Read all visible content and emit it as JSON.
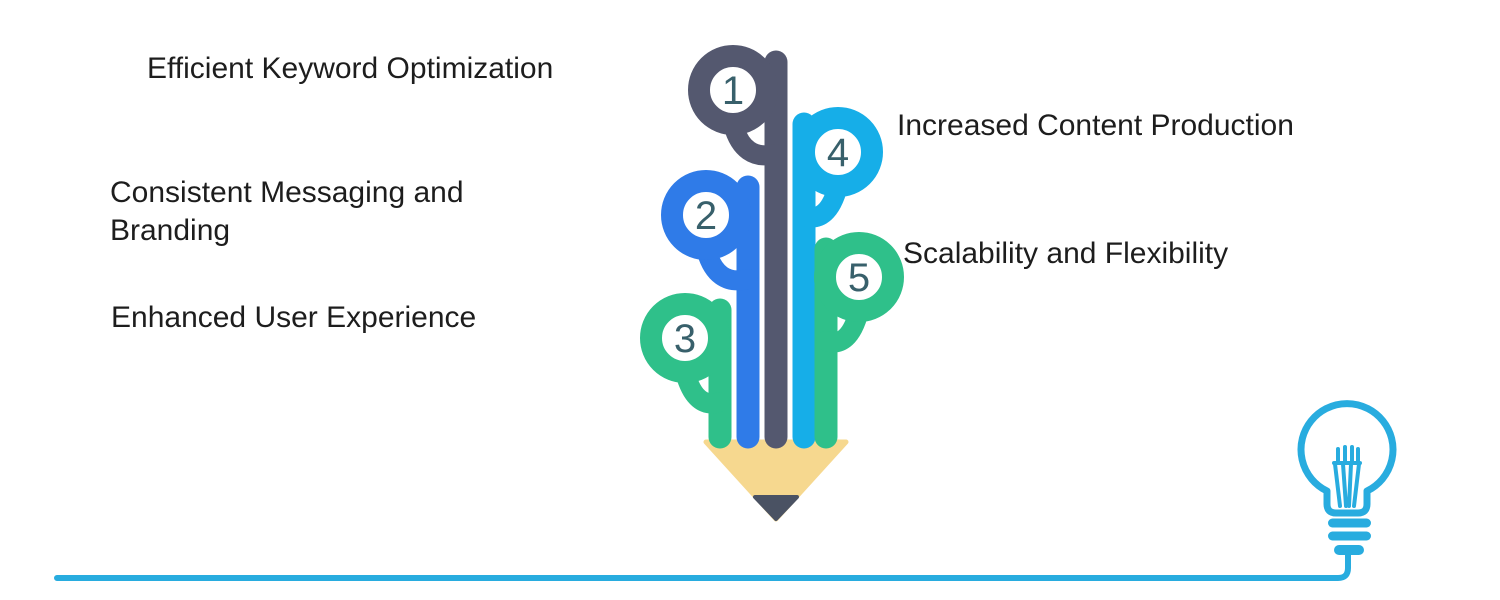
{
  "benefits": [
    {
      "number": "1",
      "label": "Efficient Keyword Optimization",
      "color": "#54586F",
      "side": "left"
    },
    {
      "number": "2",
      "label": "Consistent Messaging and Branding",
      "color": "#2F7BE8",
      "side": "left"
    },
    {
      "number": "3",
      "label": "Enhanced User Experience",
      "color": "#2FC08A",
      "side": "left"
    },
    {
      "number": "4",
      "label": "Increased Content Production",
      "color": "#16AEE8",
      "side": "right"
    },
    {
      "number": "5",
      "label": "Scalability and Flexibility",
      "color": "#2FC08A",
      "side": "right"
    }
  ],
  "pencil": {
    "wood_color": "#F6D88F",
    "graphite_color": "#4A5263",
    "number_color": "#38606B"
  },
  "lightbulb_color": "#28ACDF",
  "background_color": "#FFFFFF",
  "text_color": "#1D1D1D"
}
